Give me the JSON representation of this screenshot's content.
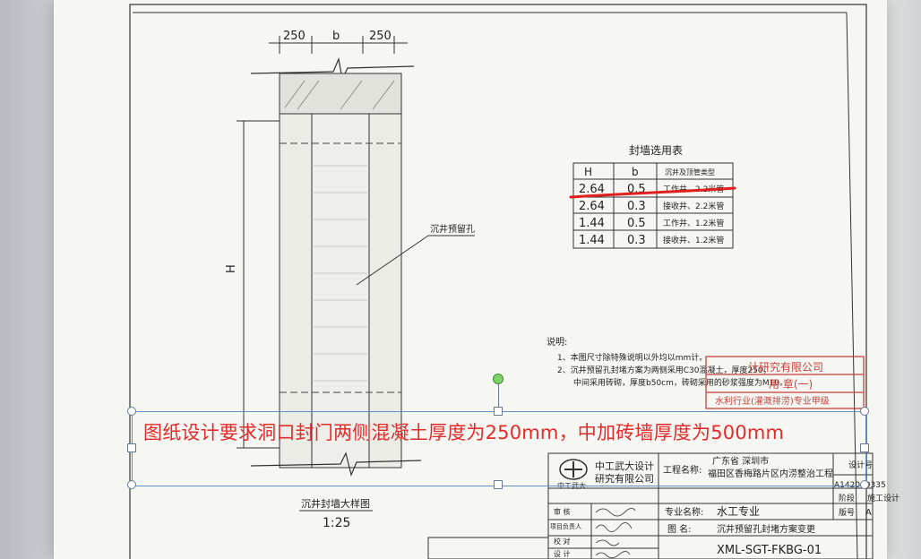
{
  "drawing": {
    "dim_left": "250",
    "dim_mid": "b",
    "dim_right": "250",
    "height_label": "H",
    "hole_label": "沉井预留孔",
    "elevation_title": "沉井封墙大样图",
    "scale": "1:25"
  },
  "table": {
    "title": "封墙选用表",
    "headers": [
      "H",
      "b",
      "沉井及顶管类型"
    ],
    "rows": [
      [
        "2.64",
        "0.5",
        "工作井、2.2米管"
      ],
      [
        "2.64",
        "0.3",
        "接收井、2.2米管"
      ],
      [
        "1.44",
        "0.5",
        "工作井、1.2米管"
      ],
      [
        "1.44",
        "0.3",
        "接收井、1.2米管"
      ]
    ]
  },
  "notes": {
    "heading": "说明:",
    "line1": "1、本图尺寸除特殊说明以外均以mm计。",
    "line2": "2、沉井预留孔封堵方案为两侧采用C30混凝土，厚度250，",
    "line3": "中间采用砖砌，厚度b50cm，砖砌采用的砂浆强度为M10。"
  },
  "stamp": {
    "line1": "计研究有限公司",
    "line2": "用 章(一)",
    "line3": "水利行业(灌溉排涝)专业甲级"
  },
  "titleblock": {
    "company1": "中工武大设计",
    "company2": "研究有限公司",
    "logo": "中工武大",
    "project_label": "工程名称:",
    "project1": "广东省 深圳市",
    "project2": "福田区香梅路片区内涝整治工程",
    "design_no_label": "设计号",
    "design_no": "A142000335",
    "stage_label": "阶段",
    "stage": "施工设计",
    "version_label": "版号",
    "version": "A",
    "specialty_label": "专业名称:",
    "specialty": "水工专业",
    "drawing_name_label": "图 名:",
    "drawing_name": "沉井预留孔封堵方案变更",
    "drawing_no": "XML-SGT-FKBG-01",
    "role1": "审 核",
    "role2": "项目负责人",
    "role3": "校 对",
    "role4": "设 计"
  },
  "annotation": {
    "text": "图纸设计要求洞口封门两侧混凝土厚度为250mm，中加砖墙厚度为500mm"
  },
  "colors": {
    "annotation_text": "#e32b2b",
    "highlight": "#e0201f",
    "stamp": "#c8413c",
    "selection": "#5f8fc9"
  }
}
